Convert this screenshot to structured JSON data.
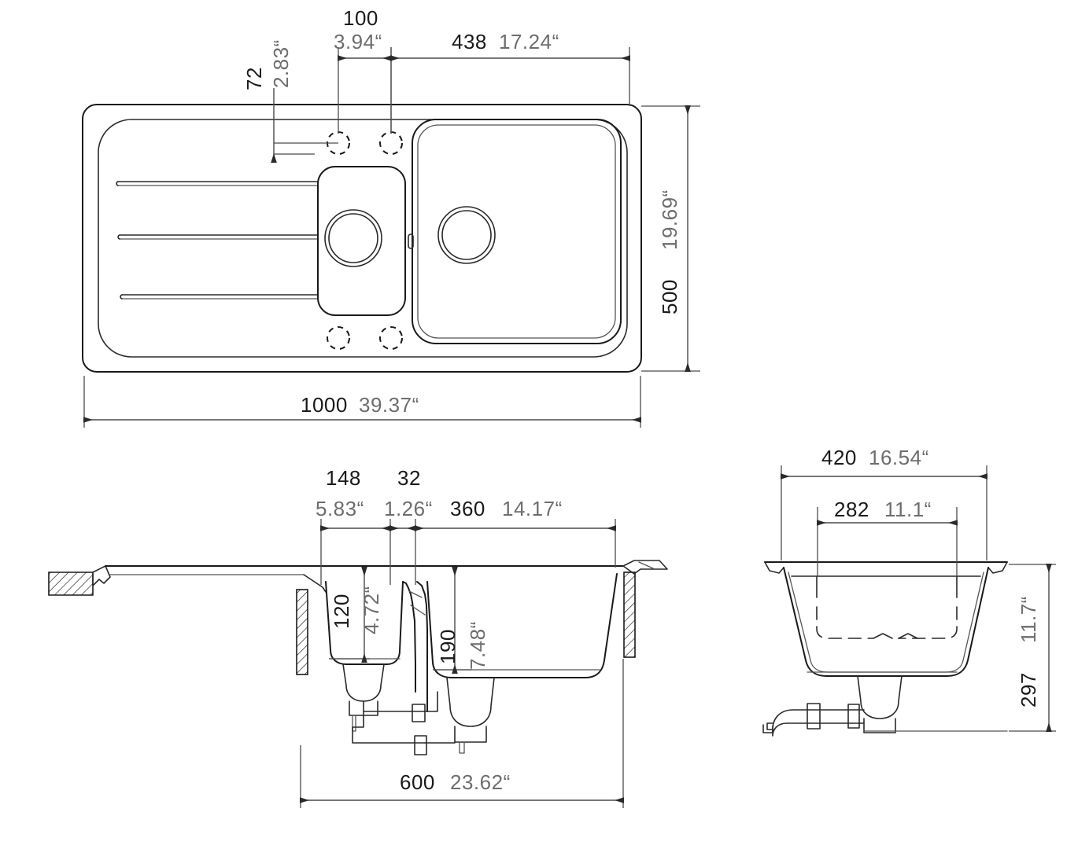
{
  "drawing": {
    "title": "Kitchen sink technical drawing",
    "background_color": "#ffffff",
    "line_color": "#1a1a1a",
    "dimension_color": "#4a4a4a",
    "metric_text_color": "#1a1a1a",
    "imperial_text_color": "#6d6d6d",
    "inch_symbol": "“"
  },
  "views": {
    "top": {
      "name": "top-view",
      "label": "Top view of 1.5 bowl sink with drainer",
      "dimensions": {
        "tap_hole_offset": {
          "metric": "72",
          "imperial": "2.83“",
          "orientation": "vertical"
        },
        "tap_hole_spacing": {
          "metric": "100",
          "imperial": "3.94“",
          "orientation": "horizontal"
        },
        "bowl_width": {
          "metric": "438",
          "imperial": "17.24“",
          "orientation": "horizontal"
        },
        "overall_depth": {
          "metric": "500",
          "imperial": "19.69“",
          "orientation": "vertical"
        },
        "overall_width": {
          "metric": "1000",
          "imperial": "39.37“",
          "orientation": "horizontal"
        }
      },
      "features": {
        "drain_count": 2,
        "tap_hole_count": 4,
        "groove_count": 3,
        "overflow_slot": true
      }
    },
    "front_section": {
      "name": "front-section-view",
      "label": "Front cross-section through both bowls",
      "dimensions": {
        "small_bowl_width": {
          "metric": "148",
          "imperial": "5.83“",
          "orientation": "horizontal"
        },
        "divider_width": {
          "metric": "32",
          "imperial": "1.26“",
          "orientation": "horizontal"
        },
        "main_bowl_width": {
          "metric": "360",
          "imperial": "14.17“",
          "orientation": "horizontal"
        },
        "small_bowl_depth": {
          "metric": "120",
          "imperial": "4.72“",
          "orientation": "vertical"
        },
        "main_bowl_depth": {
          "metric": "190",
          "imperial": "7.48“",
          "orientation": "vertical"
        },
        "cabinet_width": {
          "metric": "600",
          "imperial": "23.62“",
          "orientation": "horizontal"
        }
      }
    },
    "side_section": {
      "name": "side-section-view",
      "label": "Side cross-section of main bowl",
      "dimensions": {
        "outer_width": {
          "metric": "420",
          "imperial": "16.54“",
          "orientation": "horizontal"
        },
        "inner_width": {
          "metric": "282",
          "imperial": "11.1“",
          "orientation": "horizontal"
        },
        "total_height": {
          "metric": "297",
          "imperial": "11.7“",
          "orientation": "vertical"
        }
      }
    }
  }
}
